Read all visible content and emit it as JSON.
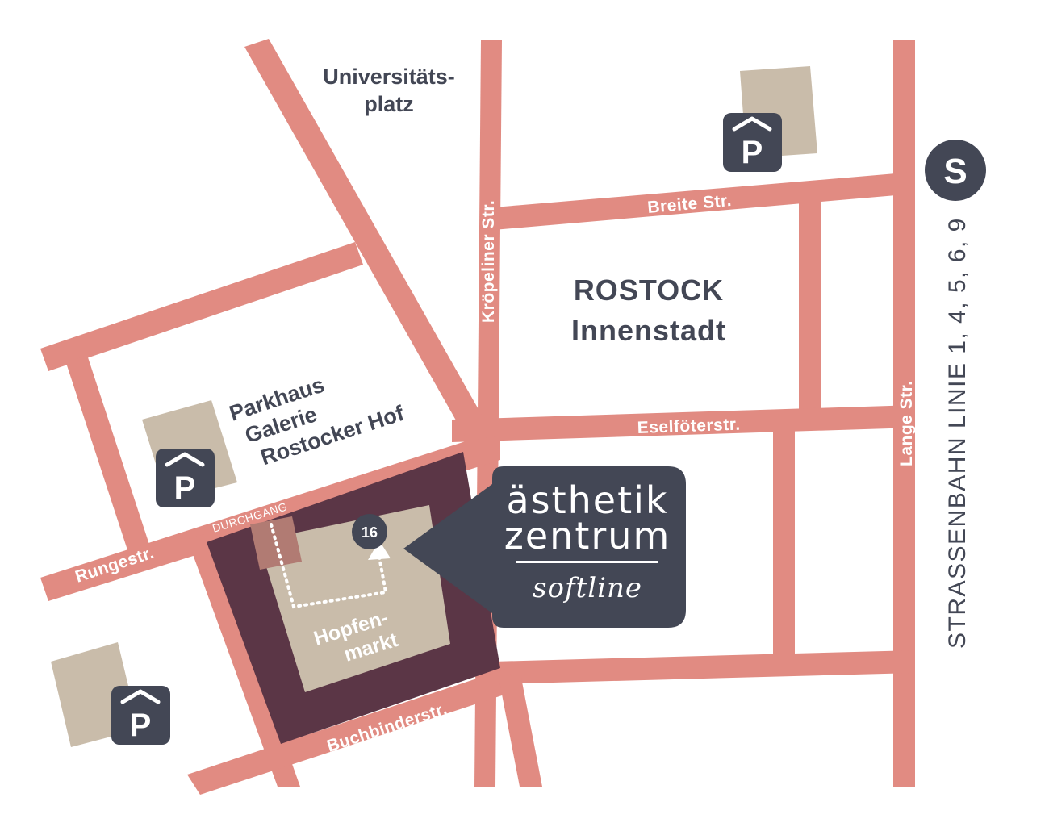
{
  "streets": {
    "breite": "Breite Str.",
    "kroepeliner": "Kröpeliner Str.",
    "eselfoeter": "Eselföterstr.",
    "lange": "Lange Str.",
    "runge": "Rungestr.",
    "buchbinder": "Buchbinderstr.",
    "durchgang": "DURCHGANG"
  },
  "places": {
    "universitaetsplatz": [
      "Universitäts-",
      "platz"
    ],
    "parkhaus": [
      "Parkhaus",
      "Galerie",
      "Rostocker Hof"
    ],
    "district": [
      "ROSTOCK",
      "Innenstadt"
    ],
    "hopfenmarkt": [
      "Hopfen-",
      "markt"
    ],
    "building_number": "16"
  },
  "transit": {
    "s_bahn_symbol": "S",
    "tram_lines": "STRASSENBAHN LINIE 1, 4, 5, 6, 9"
  },
  "parking": {
    "symbol": "P",
    "icon": "parking-garage-icon",
    "count": 3
  },
  "brand": {
    "line1": "ästhetik",
    "line2": "zentrum",
    "script": "softline"
  },
  "colors": {
    "road": "#e18b82",
    "lot": "#c9bcaa",
    "block": "#5b3646",
    "dark": "#434755",
    "background": "#ffffff"
  }
}
